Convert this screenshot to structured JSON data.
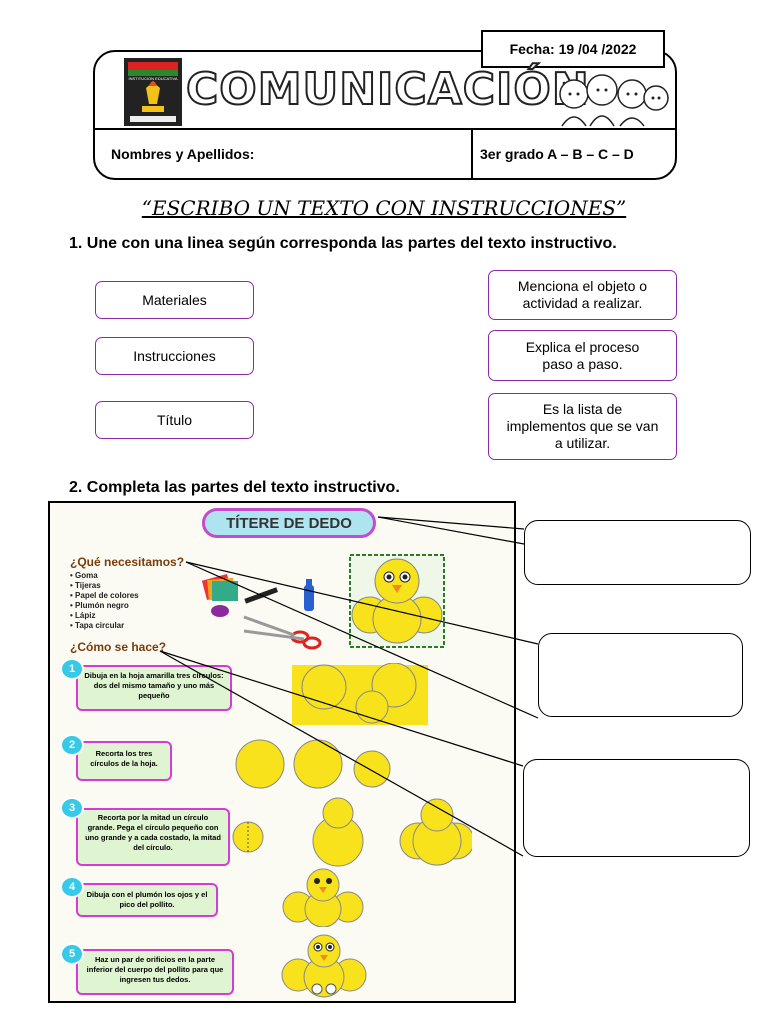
{
  "header": {
    "fecha": "Fecha: 19 /04 /2022",
    "subject": "COMUNICACIÓN",
    "names_label": "Nombres y Apellidos:",
    "grado": "3er grado A – B – C – D",
    "logo_text": "INSTITUCION EDUCATIVA"
  },
  "title": "“ESCRIBO UN TEXTO CON INSTRUCCIONES”",
  "question1": {
    "text": "1.  Une con una linea según corresponda las partes del texto instructivo.",
    "left_items": [
      "Materiales",
      "Instrucciones",
      "Título"
    ],
    "right_items": [
      "Menciona el objeto o actividad a realizar.",
      "Explica el proceso paso a paso.",
      "Es la lista de implementos que se van a utilizar."
    ]
  },
  "question2": {
    "text": "2.  Completa las partes del texto instructivo."
  },
  "poster": {
    "title": "TÍTERE DE DEDO",
    "materials_heading": "¿Qué necesitamos?",
    "materials": [
      "Goma",
      "Tijeras",
      "Papel de colores",
      "Plumón negro",
      "Lápiz",
      "Tapa circular"
    ],
    "steps_heading": "¿Cómo se hace?",
    "steps": [
      {
        "n": "1",
        "text": "Dibuja en la hoja amarilla tres círculos: dos del mismo tamaño y uno más pequeño"
      },
      {
        "n": "2",
        "text": "Recorta los tres círculos de la hoja."
      },
      {
        "n": "3",
        "text": "Recorta por la mitad un círculo grande. Pega el círculo pequeño con uno grande y a cada costado, la mitad del círculo."
      },
      {
        "n": "4",
        "text": "Dibuja con el plumón los ojos y el pico del pollito."
      },
      {
        "n": "5",
        "text": "Haz un par de orificios en la parte inferior del cuerpo del pollito para que ingresen tus dedos."
      }
    ]
  },
  "colors": {
    "box_border": "#8b2aa8",
    "yellow": "#f7e21b",
    "step_border": "#d63bd6",
    "step_fill": "#dff4d0",
    "number_fill": "#36c9e8"
  }
}
